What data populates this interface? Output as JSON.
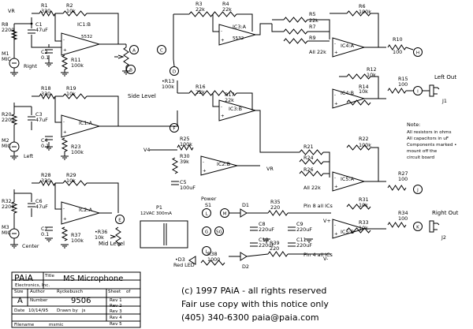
{
  "opamps": {
    "ic1b": {
      "name": "IC1:B",
      "part": "5532"
    },
    "ic3a": {
      "name": "IC3:A",
      "part": "5532"
    },
    "ic1a": {
      "name": "IC1:A"
    },
    "ic3b": {
      "name": "IC3:B"
    },
    "ic2a": {
      "name": "IC2:A"
    },
    "ic2b": {
      "name": "IC2:B"
    },
    "ic4a": {
      "name": "IC4:A"
    },
    "ic4b": {
      "name": "IC4:B"
    },
    "ic5a": {
      "name": "IC5:A"
    },
    "ic5b": {
      "name": "IC5:B"
    }
  },
  "resistors": {
    "r1": {
      "ref": "R1",
      "value": "330"
    },
    "r2": {
      "ref": "R2",
      "value": "10k"
    },
    "r3": {
      "ref": "R3",
      "value": "22k"
    },
    "r4": {
      "ref": "R4",
      "value": "22k"
    },
    "r5": {
      "ref": "R5",
      "value": "22k"
    },
    "r6": {
      "ref": "R6",
      "value": "100k"
    },
    "r7": {
      "ref": "R7"
    },
    "r8": {
      "ref": "R8",
      "value": "2200"
    },
    "r9": {
      "ref": "R9",
      "value": "All 22k"
    },
    "r10": {
      "ref": "R10",
      "value": "100"
    },
    "r11": {
      "ref": "R11",
      "value": "100k"
    },
    "r12": {
      "ref": "R12",
      "value": "10k"
    },
    "r13": {
      "ref": "•R13",
      "value": "100k"
    },
    "r14": {
      "ref": "R14",
      "value": "10k"
    },
    "r15": {
      "ref": "R15",
      "value": "100"
    },
    "r16": {
      "ref": "R16",
      "value": "22k"
    },
    "r17": {
      "ref": "R17",
      "value": "22k"
    },
    "r18": {
      "ref": "R18",
      "value": "330"
    },
    "r19": {
      "ref": "R19",
      "value": "10k"
    },
    "r20": {
      "ref": "R20",
      "value": "2200"
    },
    "r21": {
      "ref": "R21"
    },
    "r22": {
      "ref": "R22",
      "value": "100k"
    },
    "r23": {
      "ref": "R23",
      "value": "100k"
    },
    "r24": {
      "ref": "R24"
    },
    "r25": {
      "ref": "R25",
      "value": "100k"
    },
    "r26": {
      "ref": "R26",
      "value": "All 22k"
    },
    "r27": {
      "ref": "R27",
      "value": "100"
    },
    "r28": {
      "ref": "R28",
      "value": "330"
    },
    "r29": {
      "ref": "R29",
      "value": "10k"
    },
    "r30": {
      "ref": "R30",
      "value": "39k"
    },
    "r31": {
      "ref": "R31",
      "value": "10k"
    },
    "r32": {
      "ref": "R32",
      "value": "2200"
    },
    "r33": {
      "ref": "R33",
      "value": "10k"
    },
    "r34": {
      "ref": "R34",
      "value": "100"
    },
    "r35": {
      "ref": "R35",
      "value": "220"
    },
    "r36": {
      "ref": "•R36",
      "value": "10k"
    },
    "r37": {
      "ref": "R37",
      "value": "100k"
    },
    "r38": {
      "ref": "R38",
      "value": "1000"
    },
    "r39": {
      "ref": "R39",
      "value": "220"
    }
  },
  "capacitors": {
    "c1": {
      "ref": "C1",
      "value": "47uF"
    },
    "c2": {
      "ref": "C2",
      "value": "0.1"
    },
    "c3": {
      "ref": "C3",
      "value": "47uF"
    },
    "c4": {
      "ref": "C4",
      "value": "0.1"
    },
    "c5": {
      "ref": "C5",
      "value": "100uF"
    },
    "c6": {
      "ref": "C6",
      "value": "47uF"
    },
    "c7": {
      "ref": "C7",
      "value": "0.1"
    },
    "c8": {
      "ref": "C8",
      "value": "220uF"
    },
    "c9": {
      "ref": "C9",
      "value": "220uF"
    },
    "c10": {
      "ref": "C10",
      "value": "220uF"
    },
    "c11": {
      "ref": "C11",
      "value": "220uF"
    }
  },
  "mics": {
    "m1": {
      "ref": "M1",
      "type": "MIC",
      "label": "Right"
    },
    "m2": {
      "ref": "M2",
      "type": "MIC",
      "label": "Left"
    },
    "m3": {
      "ref": "M3",
      "type": "MIC",
      "label": "Center"
    }
  },
  "labels": {
    "vr": "VR",
    "v4": "V4",
    "vplus": "V+",
    "vminus": "V-",
    "side_level": "Side Level",
    "mid_level": "Mid Level",
    "left_out": "Left Out",
    "right_out": "Right Out",
    "j1": "J1",
    "j2": "J2",
    "p1": "P1",
    "p1_rating": "12VAC 300mA",
    "power": "Power",
    "s1": "S1",
    "d1": "D1",
    "d2": "D2",
    "d3": "•D3",
    "red_led": "Red LED",
    "pin8": "Pin 8 all ICs",
    "pin4": "Pin 4 all ICs"
  },
  "node_letters": [
    "A",
    "B",
    "C",
    "D",
    "E",
    "F",
    "G",
    "H",
    "I",
    "J",
    "K",
    "L",
    "M",
    "SG"
  ],
  "notes": {
    "title": "Note:",
    "line1": "All resistors in ohms",
    "line2": "All capacitors in uF",
    "line3": "Components marked •",
    "line4": "mount off the",
    "line5": "circuit board"
  },
  "title_block": {
    "logo": "PAiA",
    "logo_sub": "Electronics, Inc.",
    "title_label": "Title",
    "title": "MS Microphone",
    "size_label": "Size",
    "size": "A",
    "author_label": "Author",
    "author": "Ryckebusch",
    "sheet_label": "Sheet",
    "sheet_of": "of",
    "number_label": "Number",
    "number": "9506",
    "date_label": "Date",
    "date": "10/14/95",
    "drawn_label": "Drawn by",
    "drawn": "js",
    "filename_label": "Filename",
    "filename": "msmic",
    "revs": [
      "Rev 1",
      "Rev 2",
      "Rev 3",
      "Rev 4",
      "Rev 5"
    ]
  },
  "copyright": {
    "line1": "(c) 1997 PAiA - all rights reserved",
    "line2": "Fair use copy with this notice only",
    "line3": "(405) 340-6300  paia@paia.com"
  }
}
